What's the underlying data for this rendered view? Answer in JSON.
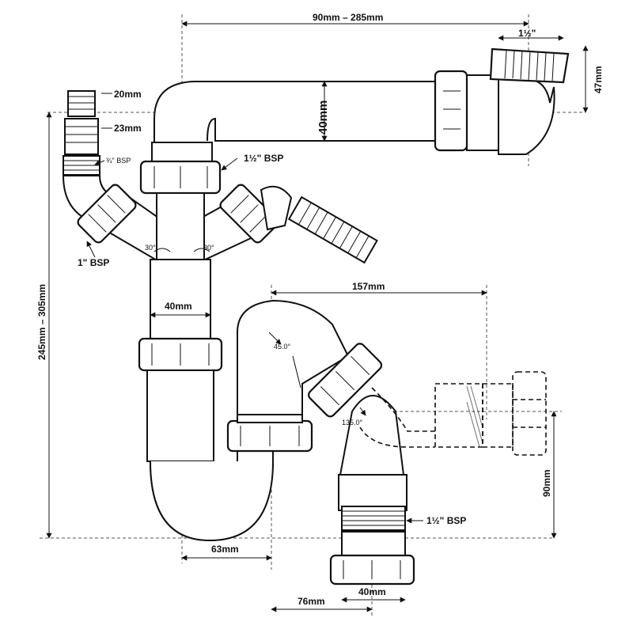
{
  "labels": {
    "width_range": "90mm – 285mm",
    "inlet_size_top": "1½\"",
    "height_47": "47mm",
    "pipe_40_vertical": "40mm",
    "spigot_20": "20mm",
    "spigot_23": "23mm",
    "bsp_three_quarter": "¾\" BSP",
    "bsp_one_half_upper": "1½\" BSP",
    "bsp_one": "1\" BSP",
    "angle_30_left": "30°",
    "angle_30_right": "30°",
    "pipe_40_horizontal": "40mm",
    "overall_height": "245mm – 305mm",
    "length_157": "157mm",
    "angle_45": "45.0°",
    "angle_135": "135.0°",
    "height_90": "90mm",
    "bsp_one_half_lower": "1½\" BSP",
    "offset_63": "63mm",
    "offset_76": "76mm",
    "outlet_40": "40mm"
  }
}
